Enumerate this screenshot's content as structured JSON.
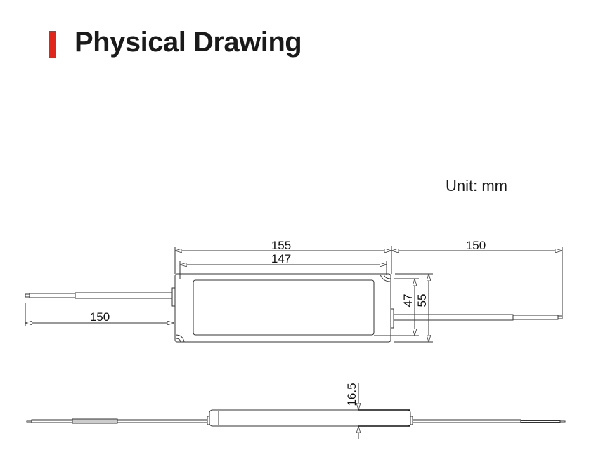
{
  "header": {
    "title": "Physical Drawing",
    "accent_color": "#e0261b"
  },
  "unit_label": "Unit: mm",
  "top_view": {
    "overall_length": "155",
    "inner_length": "147",
    "inner_width": "47",
    "overall_width": "55",
    "left_wire_length": "150",
    "right_wire_length": "150"
  },
  "side_view": {
    "height": "16.5"
  }
}
